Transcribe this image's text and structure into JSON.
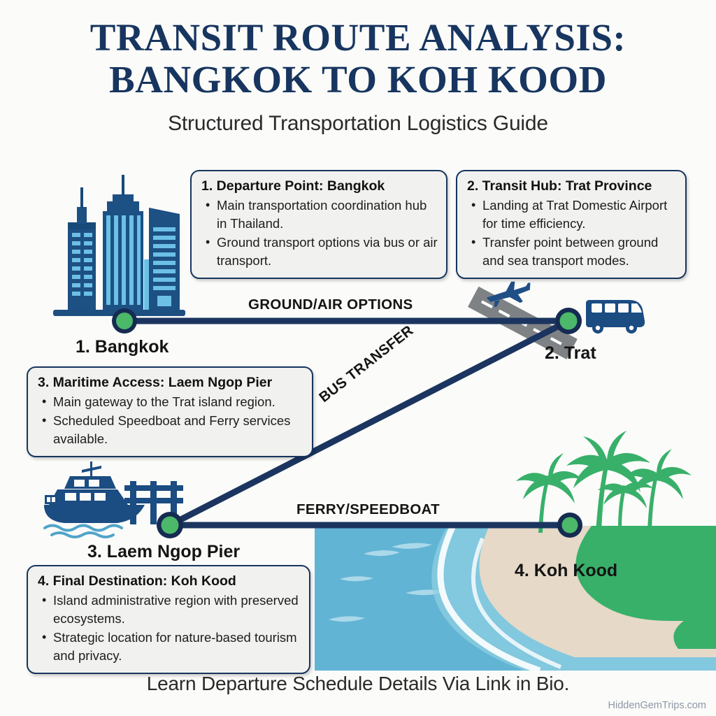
{
  "header": {
    "title_line1": "TRANSIT ROUTE ANALYSIS:",
    "title_line2": "BANGKOK TO KOH KOOD",
    "subtitle": "Structured Transportation Logistics Guide"
  },
  "cards": [
    {
      "title": "1. Departure Point: Bangkok",
      "bullets": [
        "Main transportation coordination hub in Thailand.",
        "Ground transport options via bus or air transport."
      ]
    },
    {
      "title": "2. Transit Hub: Trat Province",
      "bullets": [
        "Landing at Trat Domestic Airport for time efficiency.",
        "Transfer point between ground and sea transport modes."
      ]
    },
    {
      "title": "3. Maritime Access: Laem Ngop Pier",
      "bullets": [
        "Main gateway to the Trat island region.",
        "Scheduled Speedboat and Ferry services available."
      ]
    },
    {
      "title": "4. Final Destination: Koh Kood",
      "bullets": [
        "Island administrative region with preserved ecosystems.",
        "Strategic location for nature-based tourism and privacy."
      ]
    }
  ],
  "route": {
    "nodes": [
      {
        "label": "1. Bangkok",
        "icon": "city-skyline-icon"
      },
      {
        "label": "2. Trat",
        "icon": "bus-icon"
      },
      {
        "label": "3. Laem Ngop Pier",
        "icon": "boat-pier-icon"
      },
      {
        "label": "4. Koh Kood",
        "icon": "island-beach-icon"
      }
    ],
    "segments": [
      {
        "label": "GROUND/AIR OPTIONS",
        "icon": "airplane-runway-icon"
      },
      {
        "label": "BUS TRANSFER",
        "icon": "bus-icon"
      },
      {
        "label": "FERRY/SPEEDBOAT",
        "icon": "ferry-icon"
      }
    ]
  },
  "footer": {
    "cta": "Learn Departure Schedule Details Via Link in Bio.",
    "watermark": "HiddenGemTrips.com"
  },
  "colors": {
    "navy": "#17355f",
    "line": "#1b3560",
    "node_fill": "#4cb86a",
    "card_bg": "#f1f1ef",
    "background": "#fbfbf9",
    "sea": "#62b4d4",
    "sand": "#e6d9c8",
    "foliage": "#38b06a",
    "building_dark": "#1d5083",
    "building_light": "#6cc0e6",
    "runway_grey": "#7f8285"
  }
}
